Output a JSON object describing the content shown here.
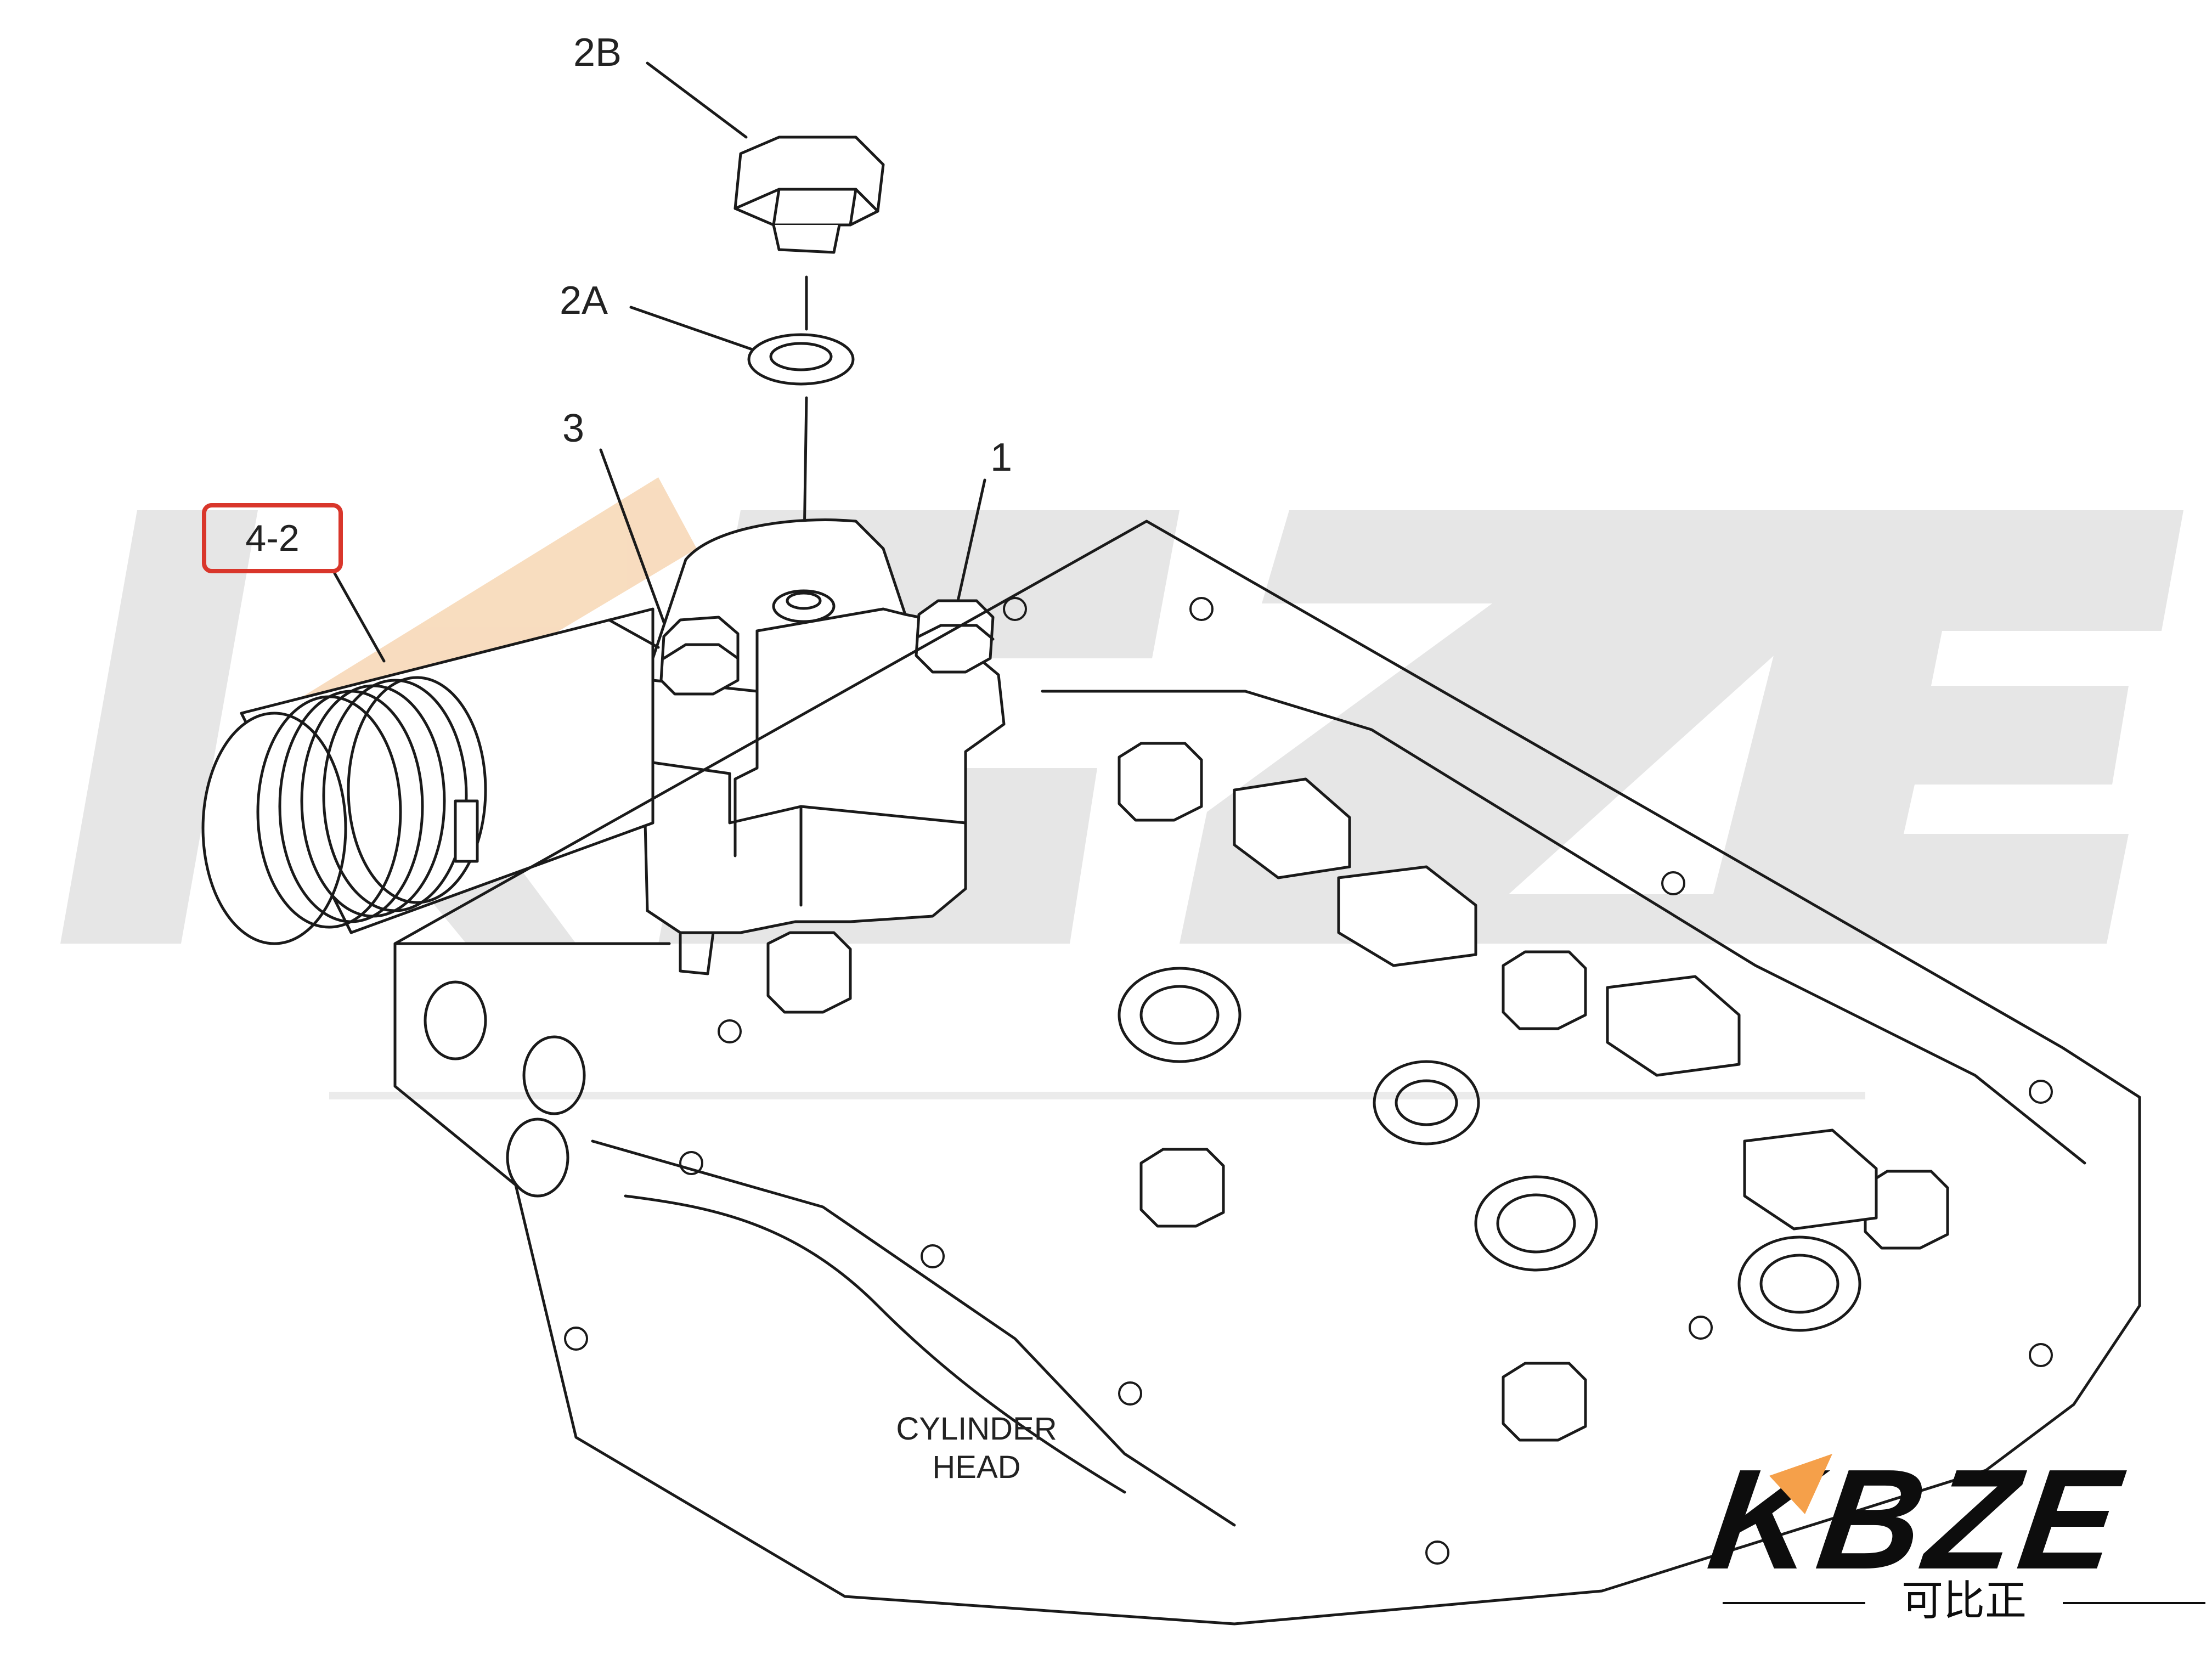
{
  "callouts": {
    "c2b": "2B",
    "c2a": "2A",
    "c3": "3",
    "c1": "1",
    "c42": "4-2"
  },
  "component_label": "CYLINDER\nHEAD",
  "logo": {
    "text": "KBZE",
    "subtext": "可比正",
    "accent_color": "#f5a04a"
  },
  "colors": {
    "line": "#1a1a1a",
    "highlight_box": "#d9362b",
    "watermark": "#d6d6d6"
  }
}
